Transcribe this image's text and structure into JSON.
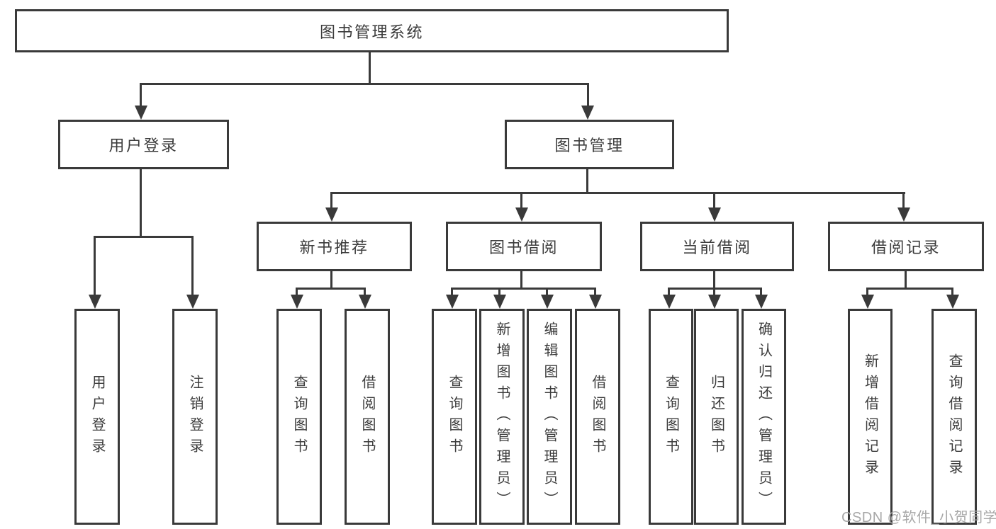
{
  "tree": {
    "root": {
      "label": "图书管理系统",
      "children": [
        {
          "label": "用户登录",
          "children": [
            {
              "label": "用户登录"
            },
            {
              "label": "注销登录"
            }
          ]
        },
        {
          "label": "图书管理",
          "children": [
            {
              "label": "新书推荐",
              "children": [
                {
                  "label": "查询图书"
                },
                {
                  "label": "借阅图书"
                }
              ]
            },
            {
              "label": "图书借阅",
              "children": [
                {
                  "label": "查询图书"
                },
                {
                  "label": "新增图书（管理员）"
                },
                {
                  "label": "编辑图书（管理员）"
                },
                {
                  "label": "借阅图书"
                }
              ]
            },
            {
              "label": "当前借阅",
              "children": [
                {
                  "label": "查询图书"
                },
                {
                  "label": "归还图书"
                },
                {
                  "label": "确认归还（管理员）"
                }
              ]
            },
            {
              "label": "借阅记录",
              "children": [
                {
                  "label": "新增借阅记录"
                },
                {
                  "label": "查询借阅记录"
                }
              ]
            }
          ]
        }
      ]
    }
  },
  "watermark": {
    "text": "CSDN @软件_小贺同学"
  },
  "colors": {
    "line": "#3a3a3a",
    "text": "#3c3c3c",
    "box_background": "#ffffff",
    "page_background": "#ffffff",
    "watermark": "#a8a8a8"
  }
}
